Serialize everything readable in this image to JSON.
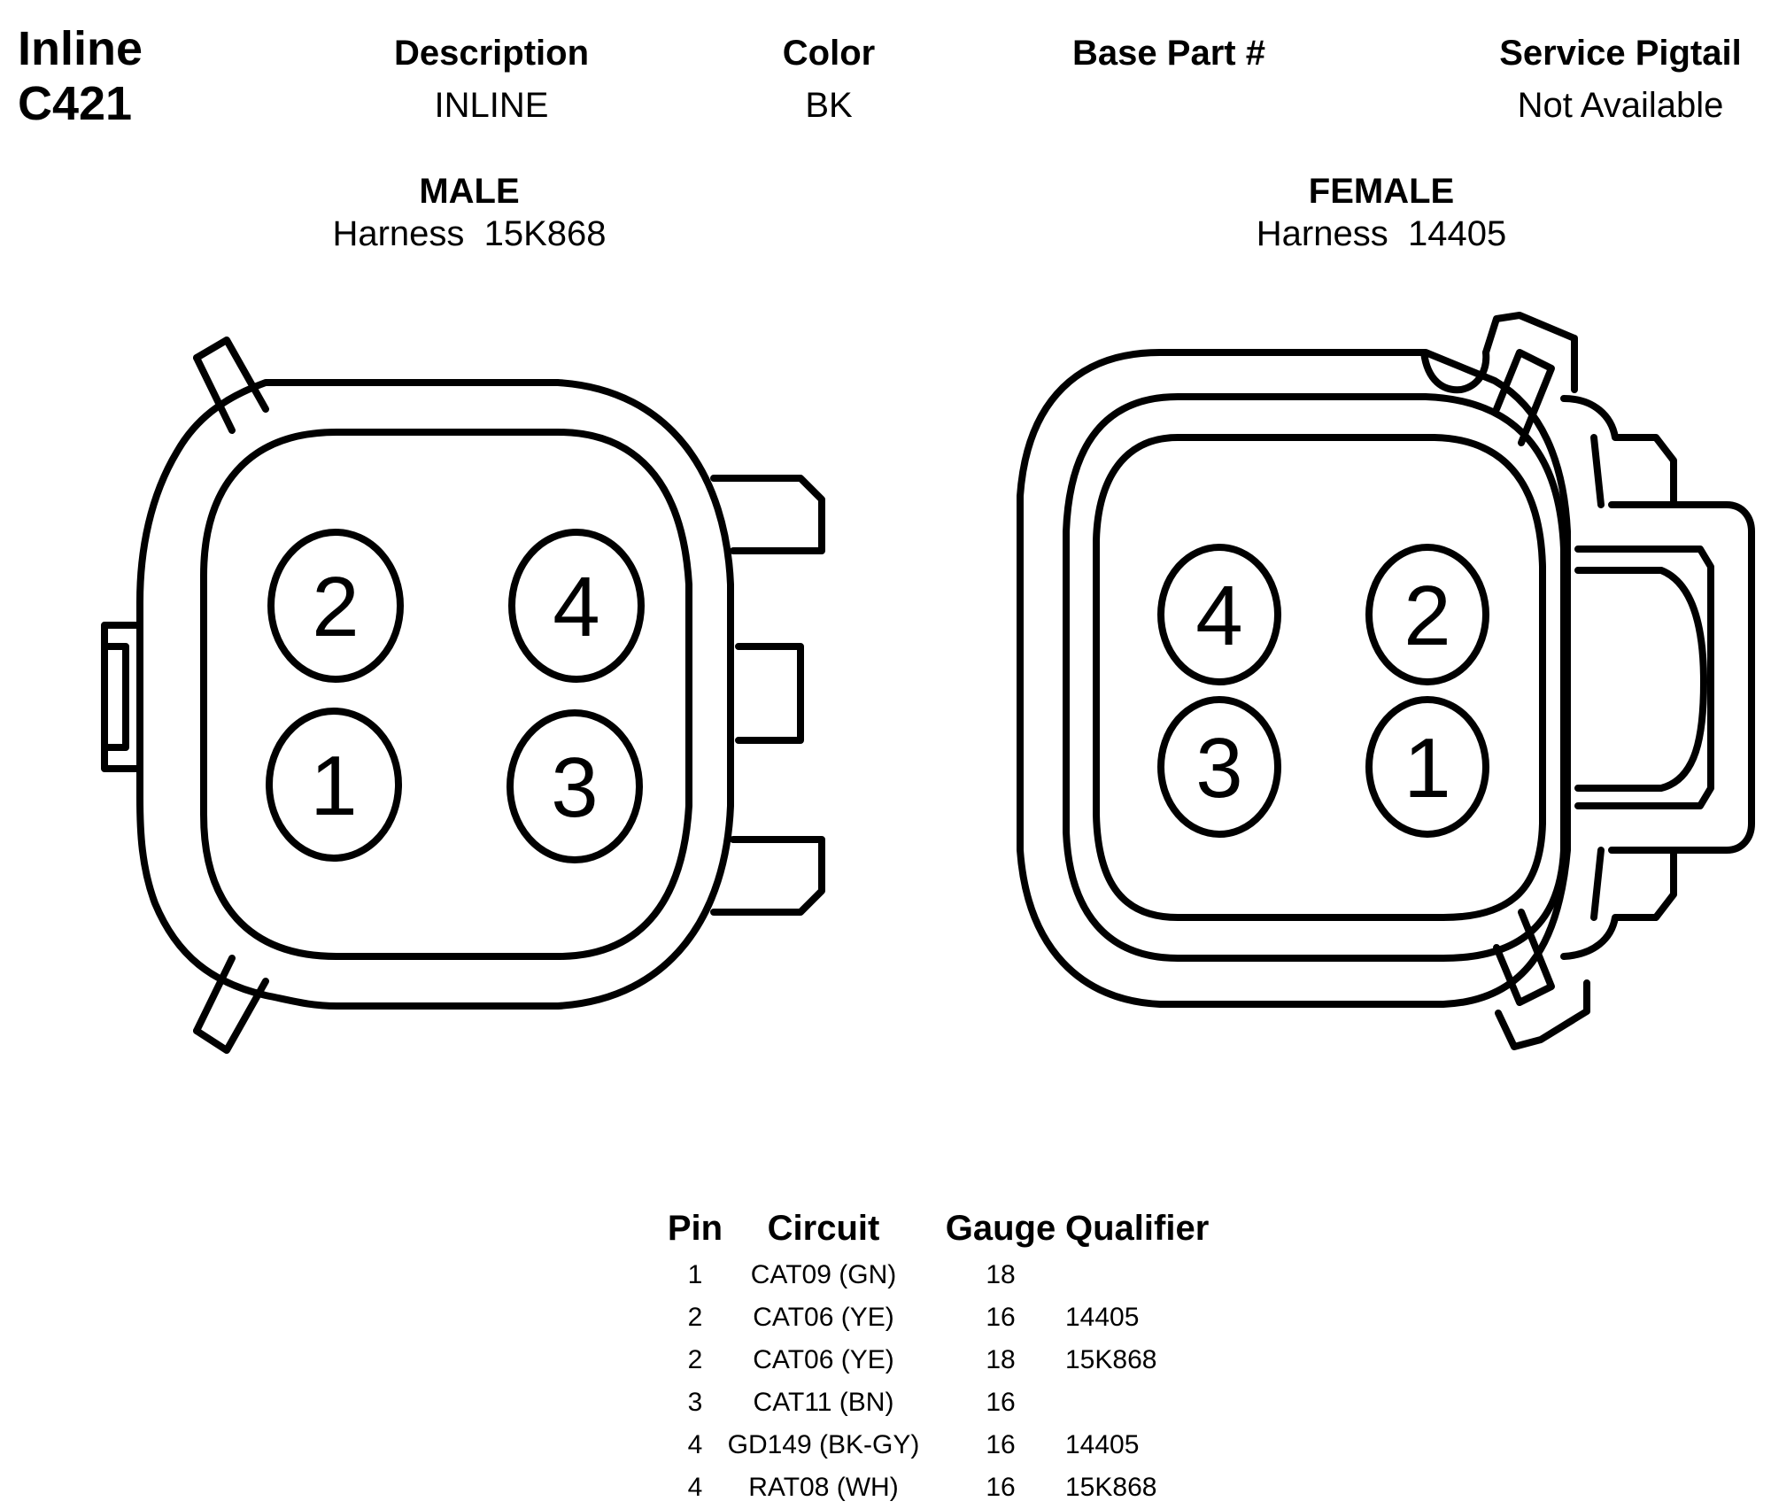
{
  "connector": {
    "type_label": "Inline",
    "id_label": "C421"
  },
  "info": {
    "description": {
      "header": "Description",
      "value": "INLINE"
    },
    "color": {
      "header": "Color",
      "value": "BK"
    },
    "base_part": {
      "header": "Base Part #",
      "value": ""
    },
    "service_pigtail": {
      "header": "Service Pigtail",
      "value": "Not Available"
    }
  },
  "male": {
    "title": "MALE",
    "harness_label": "Harness",
    "harness": "15K868",
    "pins": [
      "2",
      "4",
      "1",
      "3"
    ]
  },
  "female": {
    "title": "FEMALE",
    "harness_label": "Harness",
    "harness": "14405",
    "pins": [
      "4",
      "2",
      "3",
      "1"
    ]
  },
  "pin_table": {
    "headers": [
      "Pin",
      "Circuit",
      "Gauge",
      "Qualifier"
    ],
    "rows": [
      [
        "1",
        "CAT09 (GN)",
        "18",
        ""
      ],
      [
        "2",
        "CAT06 (YE)",
        "16",
        "14405"
      ],
      [
        "2",
        "CAT06 (YE)",
        "18",
        "15K868"
      ],
      [
        "3",
        "CAT11 (BN)",
        "16",
        ""
      ],
      [
        "4",
        "GD149 (BK-GY)",
        "16",
        "14405"
      ],
      [
        "4",
        "RAT08 (WH)",
        "16",
        "15K868"
      ]
    ]
  }
}
